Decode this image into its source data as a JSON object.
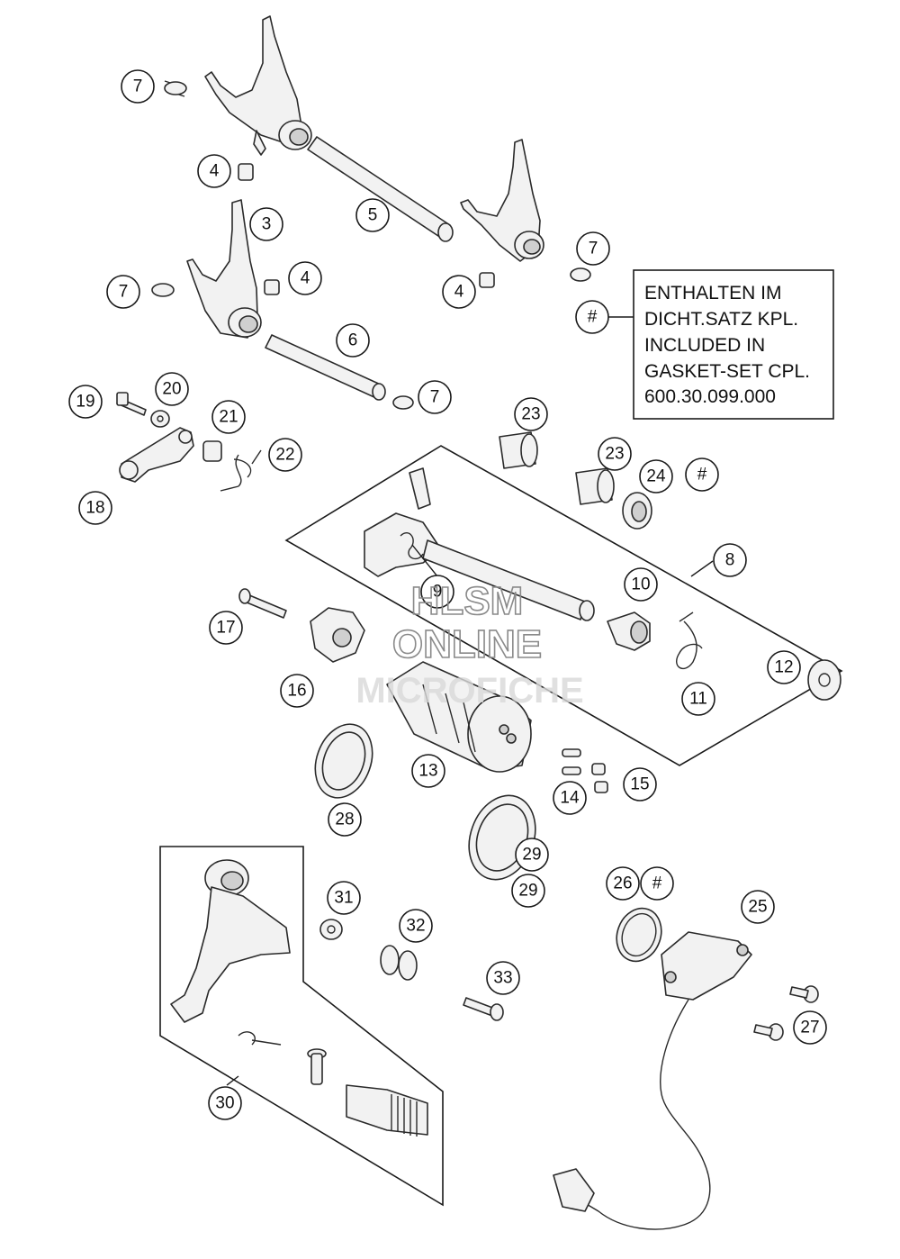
{
  "callouts": [
    {
      "id": "c1",
      "label": "7"
    },
    {
      "id": "c2",
      "label": "4"
    },
    {
      "id": "c3",
      "label": "5"
    },
    {
      "id": "c4",
      "label": "3"
    },
    {
      "id": "c5",
      "label": "7"
    },
    {
      "id": "c6",
      "label": "4"
    },
    {
      "id": "c7",
      "label": "4"
    },
    {
      "id": "c8",
      "label": "7"
    },
    {
      "id": "c9",
      "label": "#"
    },
    {
      "id": "c10",
      "label": "6"
    },
    {
      "id": "c11",
      "label": "7"
    },
    {
      "id": "c12",
      "label": "19"
    },
    {
      "id": "c13",
      "label": "20"
    },
    {
      "id": "c14",
      "label": "21"
    },
    {
      "id": "c15",
      "label": "22"
    },
    {
      "id": "c16",
      "label": "18"
    },
    {
      "id": "c17",
      "label": "23"
    },
    {
      "id": "c18",
      "label": "23"
    },
    {
      "id": "c19",
      "label": "24"
    },
    {
      "id": "c20",
      "label": "#"
    },
    {
      "id": "c21",
      "label": "8"
    },
    {
      "id": "c22",
      "label": "9"
    },
    {
      "id": "c23",
      "label": "10"
    },
    {
      "id": "c24",
      "label": "17"
    },
    {
      "id": "c25",
      "label": "16"
    },
    {
      "id": "c26",
      "label": "12"
    },
    {
      "id": "c27",
      "label": "11"
    },
    {
      "id": "c28",
      "label": "13"
    },
    {
      "id": "c29",
      "label": "15"
    },
    {
      "id": "c30",
      "label": "14"
    },
    {
      "id": "c31",
      "label": "28"
    },
    {
      "id": "c32",
      "label": "29"
    },
    {
      "id": "c33",
      "label": "29"
    },
    {
      "id": "c34",
      "label": "26"
    },
    {
      "id": "c35",
      "label": "#"
    },
    {
      "id": "c36",
      "label": "25"
    },
    {
      "id": "c37",
      "label": "31"
    },
    {
      "id": "c38",
      "label": "32"
    },
    {
      "id": "c39",
      "label": "33"
    },
    {
      "id": "c40",
      "label": "27"
    },
    {
      "id": "c41",
      "label": "30"
    }
  ],
  "note": {
    "lines": [
      "ENTHALTEN IM",
      "DICHT.SATZ KPL.",
      "INCLUDED IN",
      "GASKET-SET CPL.",
      "600.30.099.000"
    ]
  },
  "watermark": {
    "line1": "HLSM",
    "line2": "ONLINE",
    "line3": "MICROFICHE"
  },
  "colors": {
    "line": "#1a1a1a",
    "part_fill": "#f2f2f2",
    "watermark": "#9a9a9a"
  }
}
